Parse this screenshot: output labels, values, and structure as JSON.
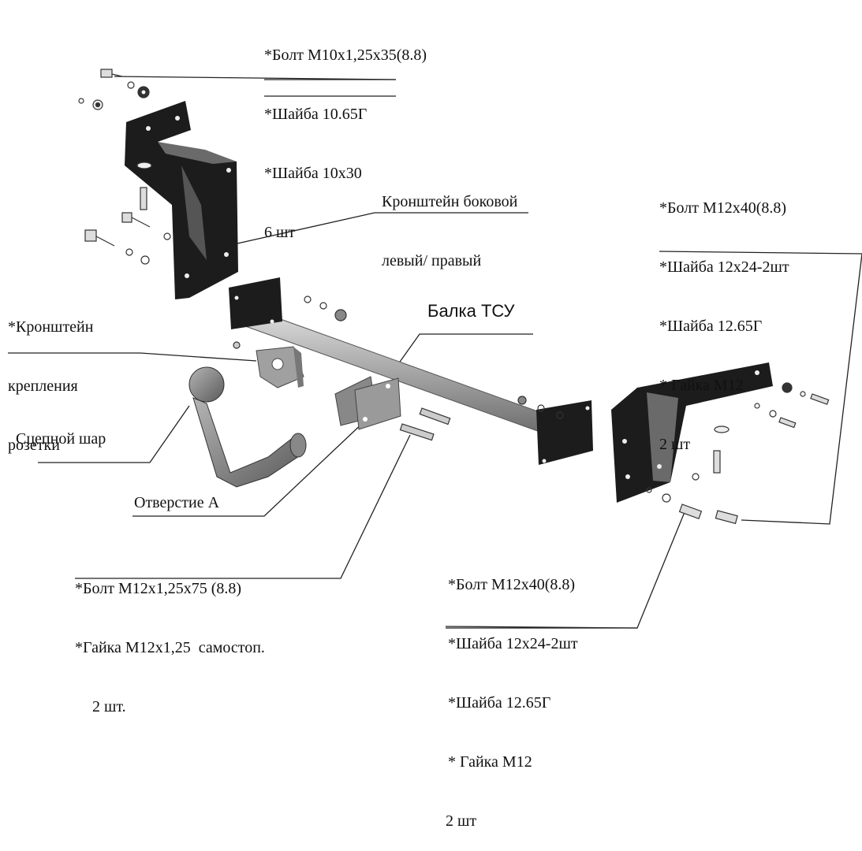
{
  "labels": {
    "top_fasteners": [
      "*Болт М10х1,25х35(8.8)",
      "*Шайба 10.65Г",
      "*Шайба 10х30",
      "6 шт"
    ],
    "side_bracket": [
      "Кронштейн боковой",
      "левый/ правый"
    ],
    "right_fasteners_top": [
      "*Болт М12х40(8.8)",
      "*Шайба 12х24-2шт",
      "*Шайба 12.65Г",
      "* Гайка М12",
      "2 шт"
    ],
    "socket_bracket": [
      "*Кронштейн",
      "крепления",
      "розетки"
    ],
    "beam": "Балка ТСУ",
    "ball": "Сцепной шар",
    "hole": "Отверстие А",
    "bottom_left_fasteners": [
      "*Болт М12х1,25х75 (8.8)",
      "*Гайка М12х1,25  самостоп.",
      "2 шт."
    ],
    "right_fasteners_bottom": [
      "*Болт М12х40(8.8)",
      "*Шайба 12х24-2шт",
      "*Шайба 12.65Г",
      "* Гайка М12",
      "2 шт"
    ]
  },
  "colors": {
    "bracket_dark": "#1c1c1c",
    "beam_light": "#bdbdbd",
    "beam_mid": "#8e8e8e",
    "ball_grey": "#7a7a7a",
    "line": "#222222"
  }
}
